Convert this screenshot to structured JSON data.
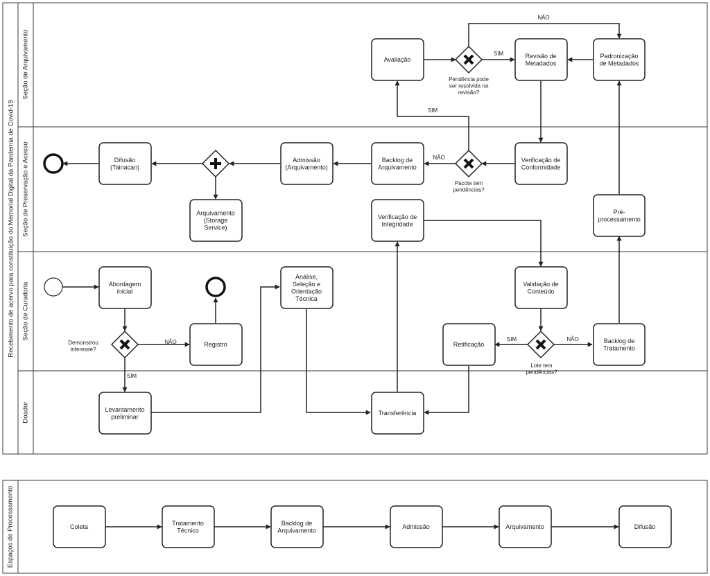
{
  "pools": {
    "main": {
      "title": "Recebimento de acervo para constituição do Memorial Digital da Pandemia de Covid-19",
      "lanes": [
        {
          "id": "arquivamento",
          "label": "Seção de Arquivamento"
        },
        {
          "id": "preservacao",
          "label": "Seção de Preservação e Acesso"
        },
        {
          "id": "curadoria",
          "label": "Seção de Curadoria"
        },
        {
          "id": "doador",
          "label": "Doador"
        }
      ]
    },
    "bottom": {
      "title": "Espaços de Processamento"
    }
  },
  "tasks": {
    "avaliacao": [
      "Avaliação"
    ],
    "revisao_metadados": [
      "Revisão de",
      "Metadados"
    ],
    "padronizacao_metadados": [
      "Padronização",
      "de Metadados"
    ],
    "difusao_tainacan": [
      "Difusão",
      "(Tainacan)"
    ],
    "admissao_arquivamento": [
      "Admissão",
      "(Arquivamento)"
    ],
    "backlog_arquivamento": [
      "Backlog de",
      "Arquivamento"
    ],
    "verificacao_conformidade": [
      "Verificação de",
      "Conformidade"
    ],
    "arquivamento_storage": [
      "Arquivamento",
      "(Storage",
      "Service)"
    ],
    "verificacao_integridade": [
      "Verificação de",
      "Integridade"
    ],
    "pre_processamento": [
      "Pré-",
      "processamento"
    ],
    "abordagem_inicial": [
      "Abordagem",
      "inicial"
    ],
    "analise_selecao": [
      "Análise,",
      "Seleção e",
      "Orientação",
      "Técnica"
    ],
    "validacao_conteudo": [
      "Validação de",
      "Conteúdo"
    ],
    "registro": [
      "Registro"
    ],
    "retificacao": [
      "Retificação"
    ],
    "backlog_tratamento": [
      "Backlog de",
      "Tratamento"
    ],
    "levantamento_preliminar": [
      "Levantamento",
      "preliminar"
    ],
    "transferencia": [
      "Transferência"
    ]
  },
  "gateway_conditions": {
    "pendencia": [
      "Pendência pode",
      "ser resolvida na",
      "revisão?"
    ],
    "pacote": [
      "Pacote tem",
      "pendências?"
    ],
    "demonstrou": [
      "Demonstrou",
      "interesse?"
    ],
    "lote": [
      "Lote tem",
      "pendências?"
    ]
  },
  "flow_labels": {
    "nao_top": "NÃO",
    "sim_pendencia": "SIM",
    "sim_pacote": "SIM",
    "nao_pacote": "NÃO",
    "nao_demonstrou": "NÃO",
    "sim_demonstrou": "SIM",
    "sim_lote": "SIM",
    "nao_lote": "NÃO"
  },
  "stages": {
    "coleta": [
      "Coleta"
    ],
    "tratamento_tecnico": [
      "Tratamento",
      "Técnico"
    ],
    "backlog_arquivamento": [
      "Backlog de",
      "Arquivamento"
    ],
    "admissao": [
      "Admissão"
    ],
    "arquivamento": [
      "Arquivamento"
    ],
    "difusao": [
      "Difusão"
    ]
  }
}
